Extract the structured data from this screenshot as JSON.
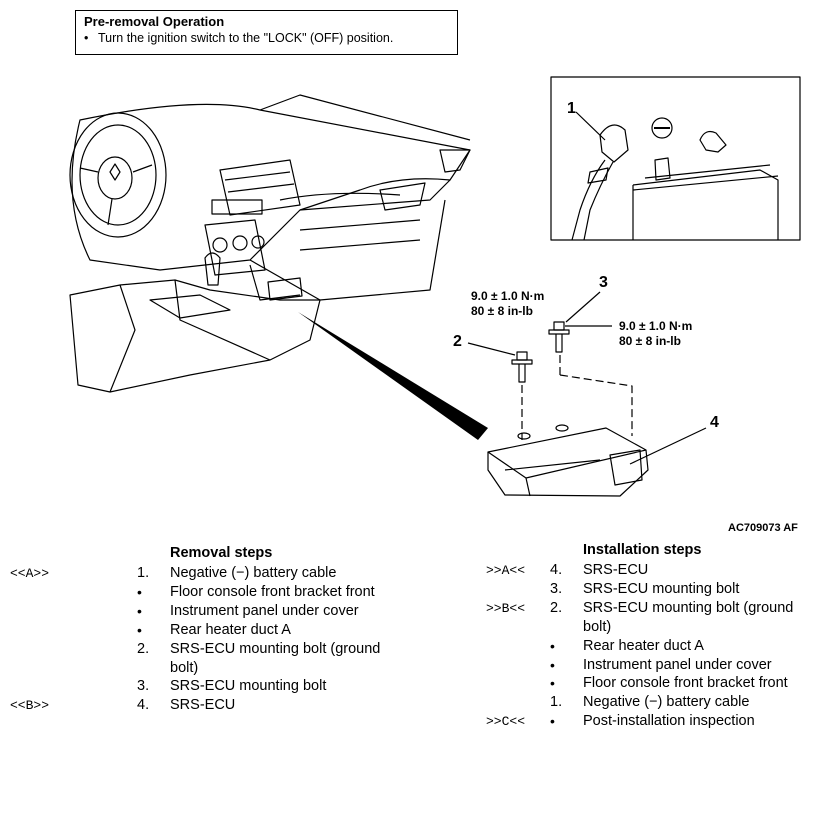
{
  "pre_removal": {
    "title": "Pre-removal Operation",
    "bullet": "•",
    "text": "Turn the ignition switch to the \"LOCK\" (OFF) position."
  },
  "figure": {
    "callouts": [
      "1",
      "2",
      "3",
      "4"
    ],
    "battery_terminal_symbol": "−",
    "torque_1_line1": "9.0 ± 1.0 N·m",
    "torque_1_line2": "80 ± 8 in-lb",
    "torque_2_line1": "9.0 ± 1.0 N·m",
    "torque_2_line2": "80 ± 8 in-lb",
    "code": "AC709073 AF"
  },
  "removal": {
    "title": "Removal steps",
    "rows": [
      {
        "tag": "<<A>>",
        "num": "1.",
        "text": "Negative (−) battery cable"
      },
      {
        "tag": "",
        "num": "•",
        "text": "Floor console front bracket front"
      },
      {
        "tag": "",
        "num": "•",
        "text": "Instrument panel under cover"
      },
      {
        "tag": "",
        "num": "•",
        "text": "Rear heater duct A"
      },
      {
        "tag": "",
        "num": "2.",
        "text": "SRS-ECU mounting bolt (ground",
        "cont": "bolt)"
      },
      {
        "tag": "",
        "num": "3.",
        "text": "SRS-ECU mounting bolt"
      },
      {
        "tag": "<<B>>",
        "num": "4.",
        "text": "SRS-ECU"
      }
    ]
  },
  "installation": {
    "title": "Installation steps",
    "rows": [
      {
        "tag": ">>A<<",
        "num": "4.",
        "text": "SRS-ECU"
      },
      {
        "tag": "",
        "num": "3.",
        "text": "SRS-ECU mounting bolt"
      },
      {
        "tag": ">>B<<",
        "num": "2.",
        "text": "SRS-ECU mounting bolt (ground",
        "cont": "bolt)"
      },
      {
        "tag": "",
        "num": "•",
        "text": "Rear heater duct A"
      },
      {
        "tag": "",
        "num": "•",
        "text": "Instrument panel under cover"
      },
      {
        "tag": "",
        "num": "•",
        "text": "Floor console front bracket front"
      },
      {
        "tag": "",
        "num": "1.",
        "text": "Negative (−) battery cable"
      },
      {
        "tag": ">>C<<",
        "num": "•",
        "text": "Post-installation inspection"
      }
    ]
  }
}
